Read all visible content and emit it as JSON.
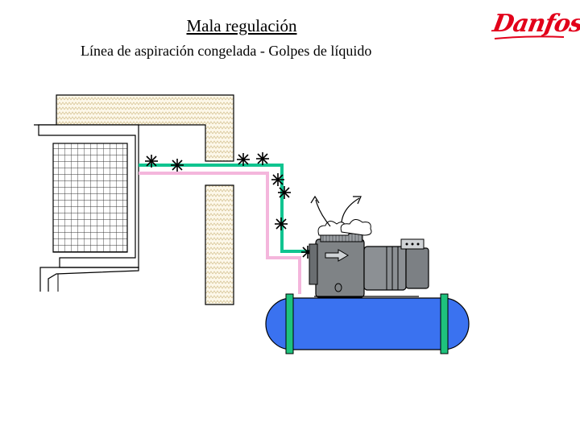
{
  "slide": {
    "title": "Mala regulación",
    "subtitle": "Línea de aspiración congelada - Golpes de líquido"
  },
  "logo": {
    "text": "Danfoss",
    "color": "#e2001a"
  },
  "colors": {
    "suction_line": "#10c490",
    "liquid_line": "#f4b6dc",
    "receiver": "#3a72f0",
    "compressor": "#7f8386",
    "motor": "#8c9094",
    "wall_hatch": "#d9c79a"
  },
  "icons": [
    "frost-crystal-icon",
    "steam-cloud-icon",
    "flow-arrow-icon"
  ]
}
